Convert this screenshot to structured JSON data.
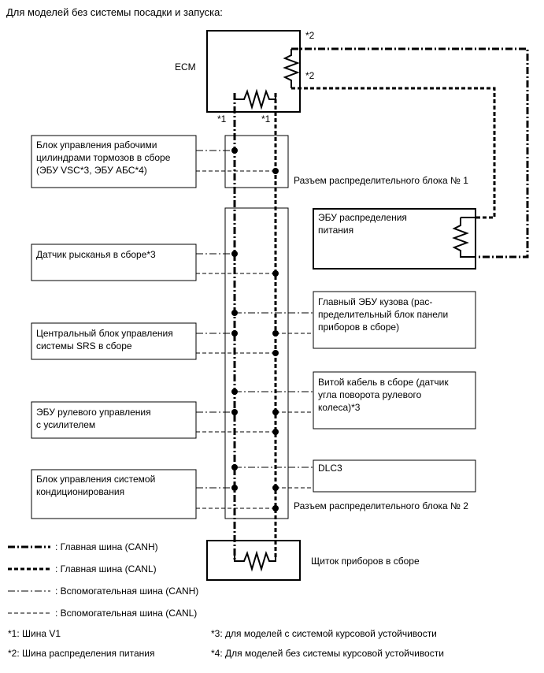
{
  "title": "Для моделей без системы посадки и запуска:",
  "ecm": {
    "label": "ECM",
    "mark_top": "*2",
    "mark_mid": "*2",
    "mark_left": "*1",
    "mark_right": "*1"
  },
  "connectors": {
    "j1": "Разъем распределительного блока № 1",
    "j2": "Разъем распределительного блока № 2"
  },
  "power_ecu": {
    "lines": [
      "ЭБУ распределения",
      "питания"
    ]
  },
  "left_units": [
    {
      "id": "brake",
      "lines": [
        "Блок управления рабочими",
        "цилиндрами тормозов в сборе",
        "(ЭБУ VSC*3, ЭБУ АБС*4)"
      ]
    },
    {
      "id": "yaw",
      "lines": [
        "Датчик рысканья в сборе*3"
      ]
    },
    {
      "id": "srs",
      "lines": [
        "Центральный блок управления",
        "системы SRS в сборе"
      ]
    },
    {
      "id": "eps",
      "lines": [
        "ЭБУ рулевого управления",
        "с усилителем"
      ]
    },
    {
      "id": "ac",
      "lines": [
        "Блок управления системой",
        "кондиционирования"
      ]
    }
  ],
  "right_units": [
    {
      "id": "body",
      "lines": [
        "Главный ЭБУ кузова (рас-",
        "пределительный блок панели",
        "приборов в сборе)"
      ]
    },
    {
      "id": "spiral",
      "lines": [
        "Витой кабель в сборе (датчик",
        "угла поворота рулевого",
        "колеса)*3"
      ]
    },
    {
      "id": "dlc",
      "lines": [
        "DLC3"
      ]
    }
  ],
  "meter": {
    "label": "Щиток приборов в сборе"
  },
  "legend": [
    {
      "style": "main-h",
      "text": ": Главная шина (CANH)"
    },
    {
      "style": "main-l",
      "text": ": Главная шина (CANL)"
    },
    {
      "style": "sub-h",
      "text": ": Вспомогательная шина (CANH)"
    },
    {
      "style": "sub-l",
      "text": ": Вспомогательная шина (CANL)"
    }
  ],
  "notes": [
    "*1: Шина V1",
    "*2: Шина распределения питания",
    "*3: для моделей с системой курсовой устойчивости",
    "*4: Для моделей без системы курсовой устойчивости"
  ]
}
